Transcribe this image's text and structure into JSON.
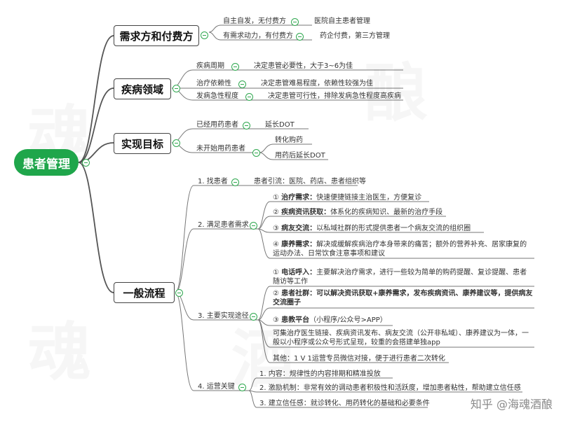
{
  "root": "患者管理",
  "branches": {
    "payer": {
      "title": "需求方和付费方",
      "items": [
        {
          "label": "自主自发，无付费方",
          "value": "医院自主患者管理"
        },
        {
          "label": "有需求动力，有付费方",
          "value": "药企付费，第三方管理"
        }
      ]
    },
    "disease": {
      "title": "疾病领域",
      "items": [
        {
          "label": "疾病周期",
          "value": "决定患管必要性，大于3~6为佳"
        },
        {
          "label": "治疗依赖性",
          "value": "决定患管难易程度，依赖性较强为佳"
        },
        {
          "label": "发病急性程度",
          "value": "决定患管可行性，排除发病急性程度高疾病"
        }
      ]
    },
    "goal": {
      "title": "实现目标",
      "items": [
        {
          "label": "已经用药患者",
          "value": "延长DOT"
        },
        {
          "label": "未开始用药患者",
          "values": [
            "转化购药",
            "用药后延长DOT"
          ]
        }
      ]
    },
    "process": {
      "title": "一般流程",
      "step1": {
        "label": "1. 找患者",
        "value": "患者引流：医院、药店、患者组织等"
      },
      "step2": {
        "label": "2. 满足患者需求",
        "items": [
          {
            "num": "①",
            "bold": "治疗需求：",
            "text": "快速便捷链接主治医生，方便复诊"
          },
          {
            "num": "②",
            "bold": "疾病资讯获取：",
            "text": "体系化的疾病知识、最新的治疗手段"
          },
          {
            "num": "③",
            "bold": "病友交流：",
            "text": "以私域社群的形式提供患者一个病友交流的组织圈"
          },
          {
            "num": "④",
            "bold": "康养需求：",
            "text": "解决或缓解疾病治疗本身带来的痛苦；额外的营养补充、居家康复的运动办法、日常饮食注意事项和建议"
          }
        ]
      },
      "step3": {
        "label": "3. 主要实现途径",
        "items": [
          {
            "num": "①",
            "bold": "电话呼入：",
            "text": "主要解决治疗需求，进行一些较为简单的购药提醒、复诊提醒、患者随访等工作"
          },
          {
            "num": "②",
            "bold": "患者社群：可以解决资讯获取+康养需求，发布疾病资讯、康养建议等，提供病友交流圈子",
            "text": ""
          },
          {
            "num": "③",
            "bold": "患教平台",
            "text": "（小程序/公众号>APP）"
          },
          {
            "num": "",
            "bold": "",
            "text": "可集治疗医生链接、疾病资讯发布、病友交流（公开非私域）、康养建议为一体，一般以小程序或公众号形式呈现，较重的会搭建单独app"
          },
          {
            "num": "",
            "bold": "",
            "text": "其他：1 V 1运营专员微信对接，便于进行患者二次转化"
          }
        ]
      },
      "step4": {
        "label": "4. 运营关键",
        "items": [
          "1. 内容：规律性的内容排期和精准投放",
          "2. 激励机制：非常有效的调动患者积极性和活跃度，增加患者粘性，帮助建立信任感",
          "3. 建立信任感：就诊转化、用药转化的基础和必要条件"
        ]
      }
    }
  },
  "watermark": "知乎 @海魂酒酿",
  "colors": {
    "root": "#1fa64b",
    "toggle": "#2fa84f",
    "line": "#555555"
  }
}
